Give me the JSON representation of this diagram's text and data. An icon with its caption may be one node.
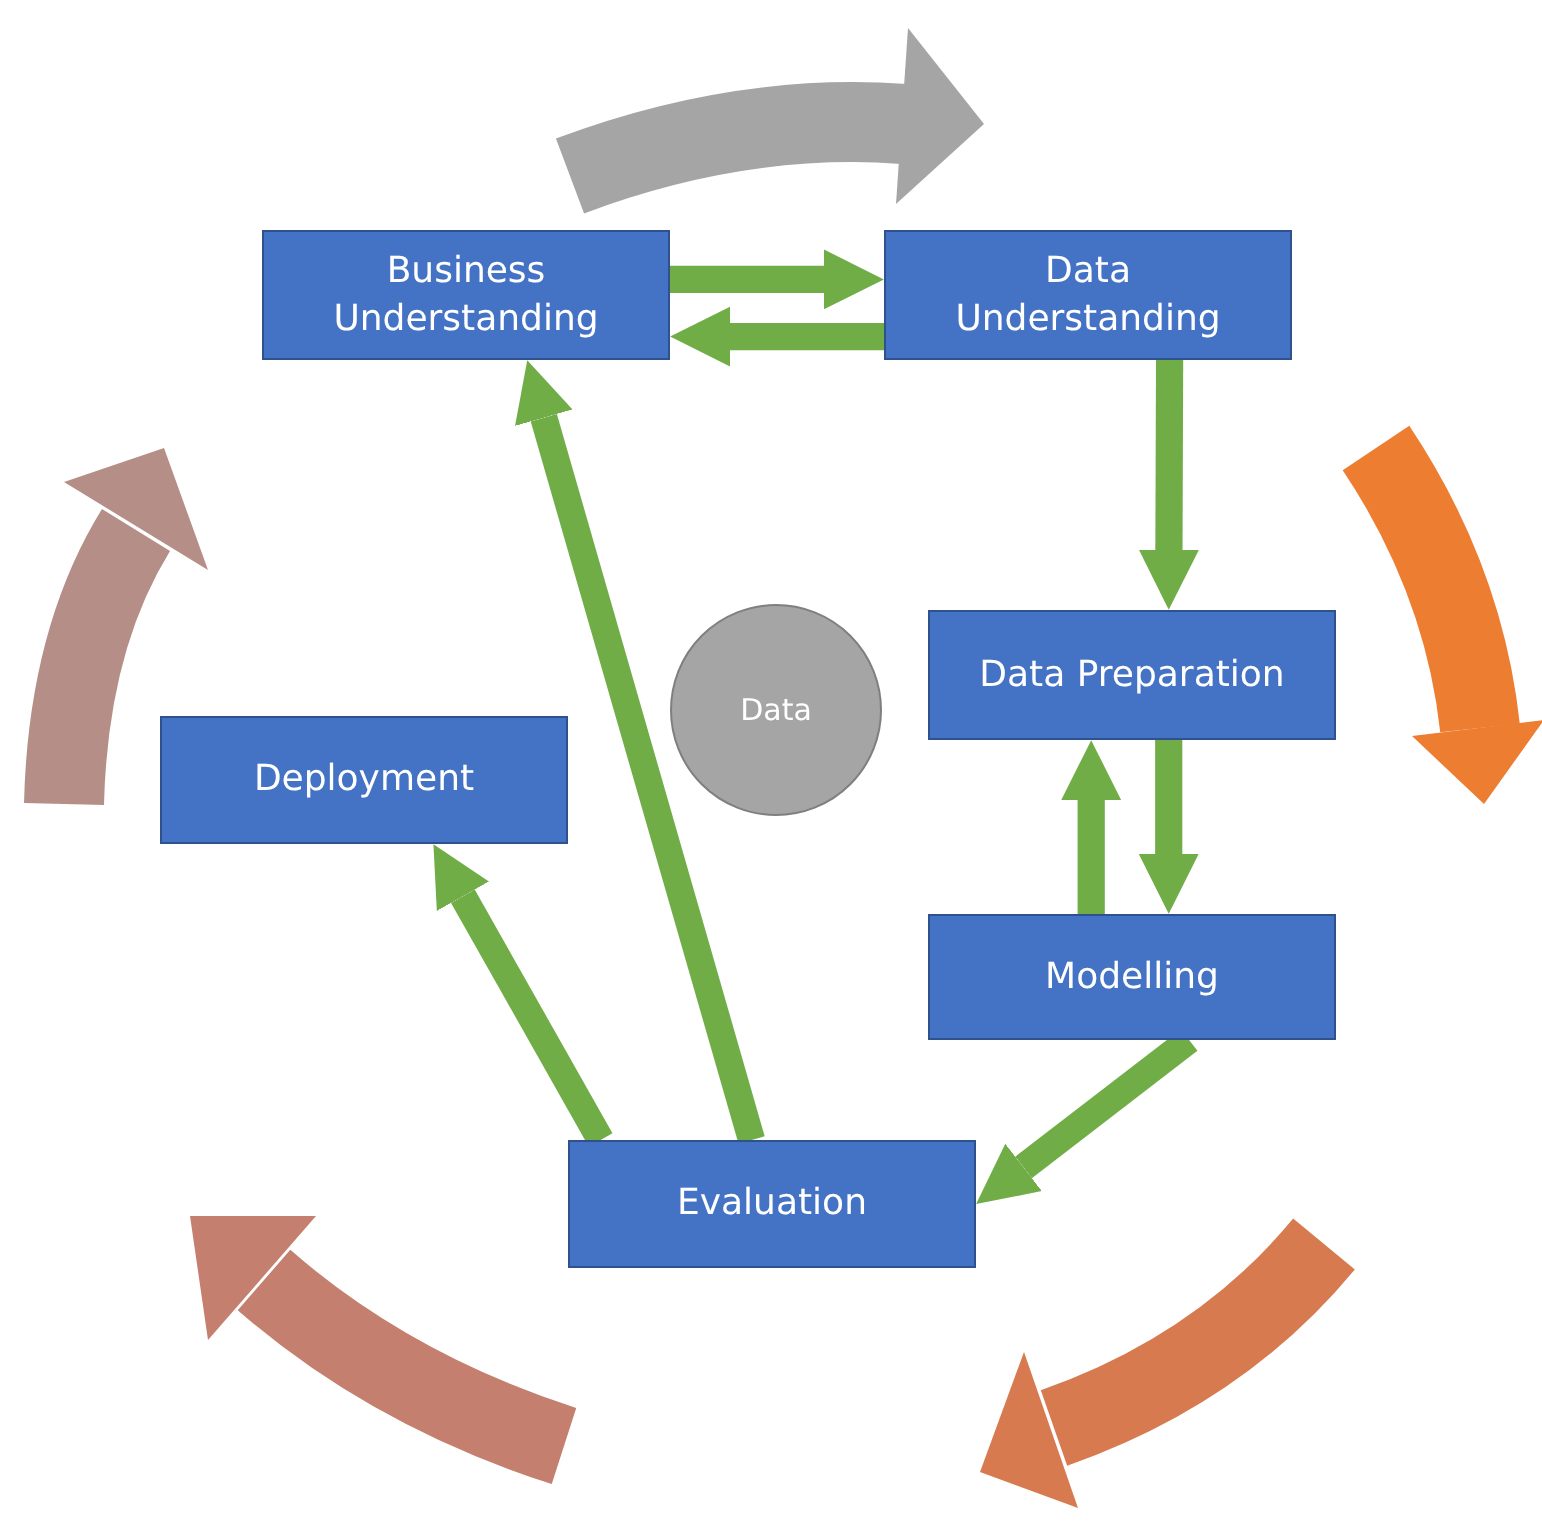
{
  "diagram": {
    "nodes": [
      {
        "text": [
          "Business Understanding"
        ]
      },
      {
        "text": [
          "Data Understanding"
        ]
      },
      {
        "text": [
          "Data"
        ]
      },
      {
        "text": [
          "Data Preparation"
        ]
      },
      {
        "text": [
          "Deployment"
        ]
      },
      {
        "text": [
          "Modelling"
        ]
      },
      {
        "text": [
          "Evaluation"
        ]
      }
    ],
    "edges": [
      {
        "from": 0,
        "to": 1,
        "arrow": "to"
      },
      {
        "from": 1,
        "to": 0,
        "arrow": "to"
      },
      {
        "from": 1,
        "to": 3,
        "arrow": "to"
      },
      {
        "from": 3,
        "to": 5,
        "arrow": "to"
      },
      {
        "from": 5,
        "to": 3,
        "arrow": "to"
      },
      {
        "from": 5,
        "to": 6,
        "arrow": "to"
      },
      {
        "from": 6,
        "to": 4,
        "arrow": "to"
      },
      {
        "from": 6,
        "to": 0,
        "arrow": "to"
      }
    ]
  }
}
